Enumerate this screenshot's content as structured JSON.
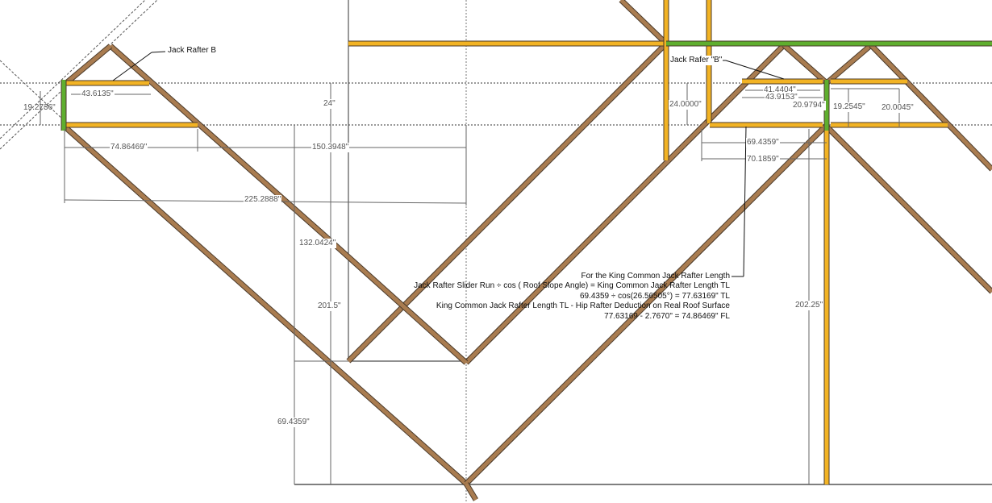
{
  "labels": {
    "jack_rafter_left": "Jack Rafter B",
    "jack_rafter_right": "Jack Rafer \"B\""
  },
  "dimensions": {
    "d19_2736": "19.2736\"",
    "d43_6135": "43.6135\"",
    "d74_86469": "74.86469\"",
    "d150_3948": "150.3948\"",
    "d225_2888": "225.2888\"",
    "d24": "24\"",
    "d132_0424": "132.0424\"",
    "d201_5": "201.5\"",
    "d69_4359_left": "69.4359\"",
    "d24_0000": "24.0000\"",
    "d41_4404": "41.4404\"",
    "d43_9153": "43.9153\"",
    "d20_9794": "20.9794\"",
    "d19_2545": "19.2545\"",
    "d20_0045": "20.0045\"",
    "d69_4359_right": "69.4359\"",
    "d70_1859": "70.1859\"",
    "d202_25": "202.25\""
  },
  "note": {
    "line1": "For the King Common Jack Rafter Length",
    "line2": "Jack Rafter Slider Run ÷ cos ( Roof Slope Angle) =  King Common Jack Rafter Length TL",
    "line3": "69.4359 ÷ cos(26.56505°) = 77.63169\" TL",
    "line4": "King Common Jack Rafter Length TL - Hip Rafter Deduction on Real Roof Surface",
    "line5": "77.63169 - 2.7670\" = 74.86469\" FL"
  },
  "colors": {
    "rafter": "#a97c50",
    "joist": "#f2b324",
    "selected": "#5fae2e",
    "dimension": "#666666"
  }
}
